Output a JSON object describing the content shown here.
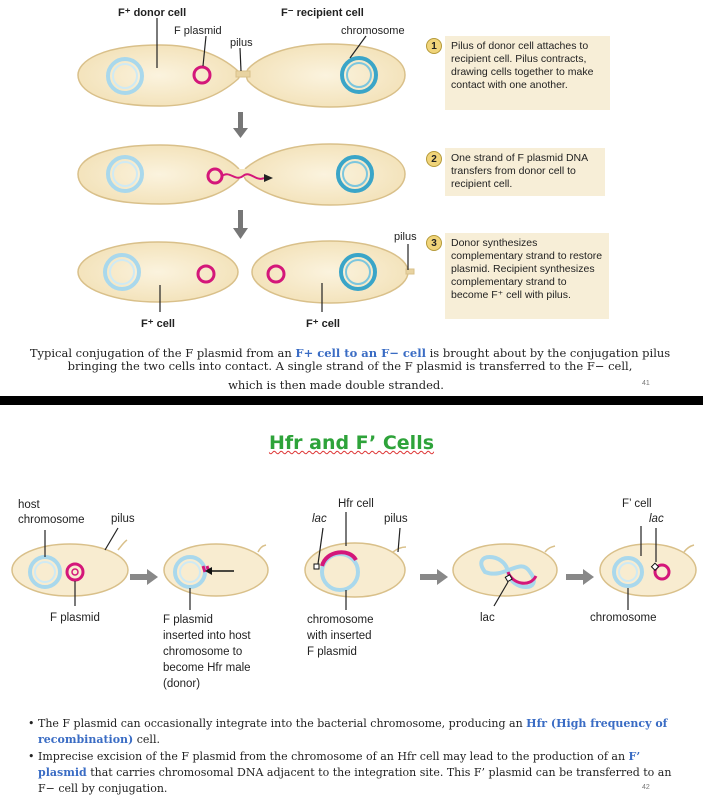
{
  "slide1": {
    "labels": {
      "donor_cell": "F⁺ donor cell",
      "recipient_cell": "F⁻ recipient cell",
      "f_plasmid": "F plasmid",
      "pilus_top": "pilus",
      "chromosome": "chromosome",
      "pilus_right": "pilus",
      "fplus_cell_left": "F⁺ cell",
      "fplus_cell_right": "F⁺ cell"
    },
    "steps": [
      {
        "num": "1",
        "text": "Pilus of donor cell attaches to recipient cell. Pilus contracts, drawing cells together to make contact with one another."
      },
      {
        "num": "2",
        "text": "One strand of F plasmid DNA transfers from donor cell to recipient cell."
      },
      {
        "num": "3",
        "text": "Donor synthesizes complementary strand to restore plasmid. Recipient synthesizes complementary strand to become F⁺ cell with pilus."
      }
    ],
    "caption": {
      "part1": "Typical conjugation of the F plasmid from an ",
      "highlight": "F+ cell to an F− cell",
      "part2": " is brought about by the conjugation pilus bringing the two cells into contact. A single strand of the F plasmid is transferred to the F− cell,",
      "line3": "which is then made double stranded."
    },
    "page_number": "41"
  },
  "slide2": {
    "title": "Hfr and F’ Cells",
    "labels": {
      "host_chromosome": "host\nchromosome",
      "pilus_1": "pilus",
      "f_plasmid": "F plasmid",
      "inserted_caption": "F plasmid\ninserted into host\nchromosome to\nbecome Hfr male\n(donor)",
      "hfr_cell": "Hfr cell",
      "lac_1": "lac",
      "pilus_2": "pilus",
      "chromosome_inserted": "chromosome\nwith inserted\nF plasmid",
      "lac_2": "lac",
      "fprime_cell": "F’ cell",
      "lac_3": "lac",
      "chromosome": "chromosome"
    },
    "bullets": [
      {
        "a": "The F plasmid can occasionally integrate into the bacterial chromosome, producing an ",
        "b": "Hfr (High frequency of recombination)",
        "c": " cell."
      },
      {
        "a": "Imprecise excision of the F plasmid from the chromosome of an Hfr cell may lead to the production of an ",
        "b": "F’ plasmid",
        "c": " that carries chromosomal DNA adjacent to the integration site. This F’ plasmid can be transferred to an F− cell by conjugation."
      }
    ],
    "page_number": "42"
  },
  "colors": {
    "cell_fill": "#f8ecd0",
    "cell_stroke": "#d9c08a",
    "chromosome_blue": "#3aa5c8",
    "chromosome_light": "#a9d8ec",
    "plasmid_magenta": "#d4177a",
    "title_green": "#2ea33a",
    "highlight_blue": "#3a6cc4",
    "step_bg": "#f7eed7"
  }
}
